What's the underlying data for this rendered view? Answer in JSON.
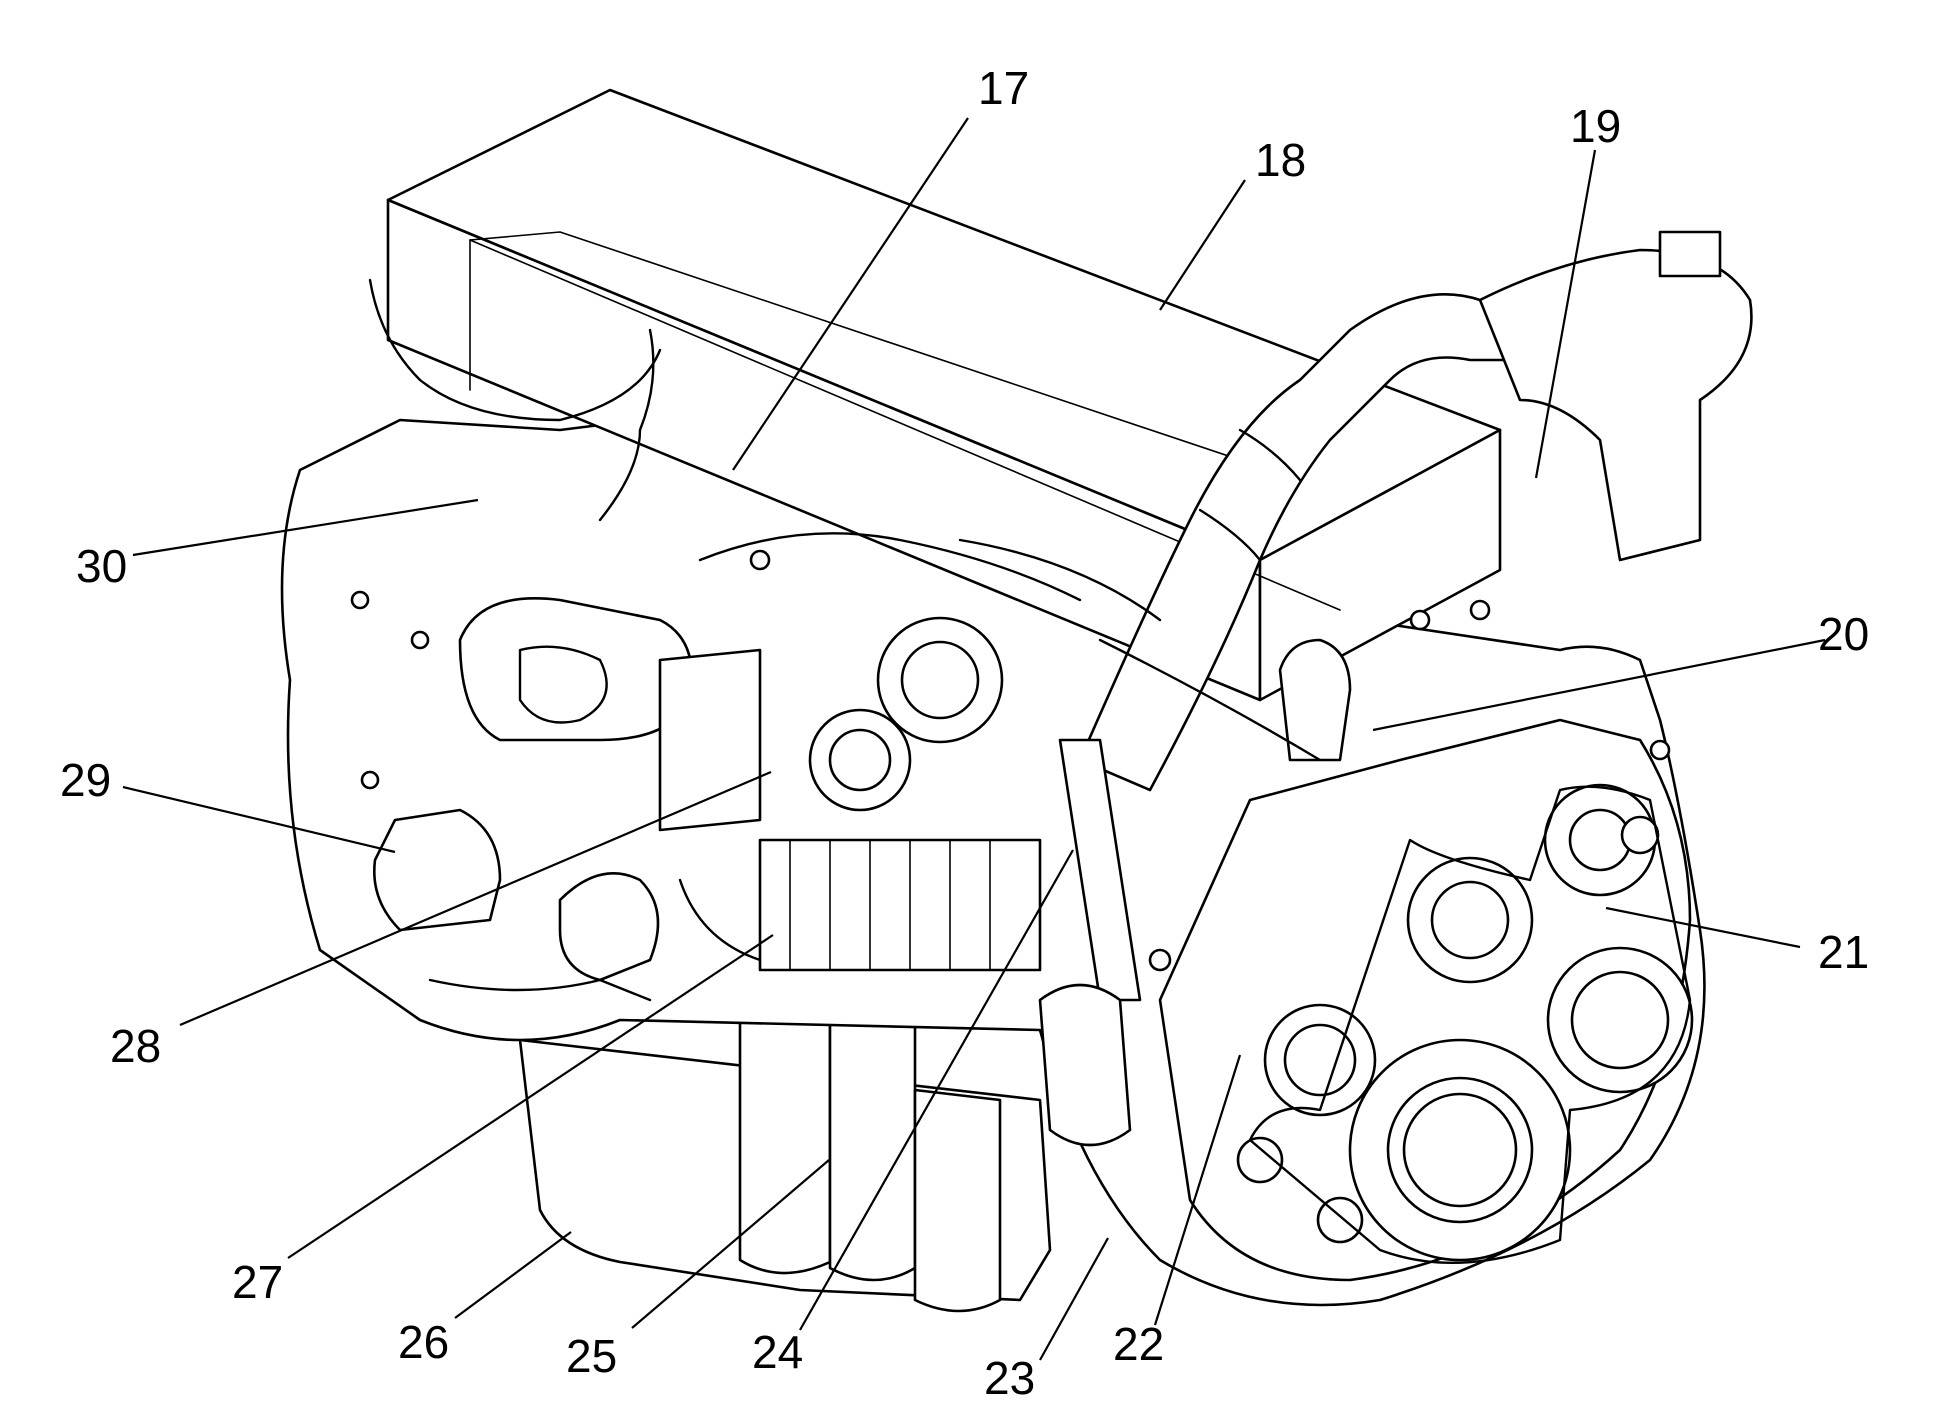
{
  "callouts": [
    {
      "id": "17",
      "label": "17"
    },
    {
      "id": "18",
      "label": "18"
    },
    {
      "id": "19",
      "label": "19"
    },
    {
      "id": "20",
      "label": "20"
    },
    {
      "id": "21",
      "label": "21"
    },
    {
      "id": "22",
      "label": "22"
    },
    {
      "id": "23",
      "label": "23"
    },
    {
      "id": "24",
      "label": "24"
    },
    {
      "id": "25",
      "label": "25"
    },
    {
      "id": "26",
      "label": "26"
    },
    {
      "id": "27",
      "label": "27"
    },
    {
      "id": "28",
      "label": "28"
    },
    {
      "id": "29",
      "label": "29"
    },
    {
      "id": "30",
      "label": "30"
    }
  ]
}
